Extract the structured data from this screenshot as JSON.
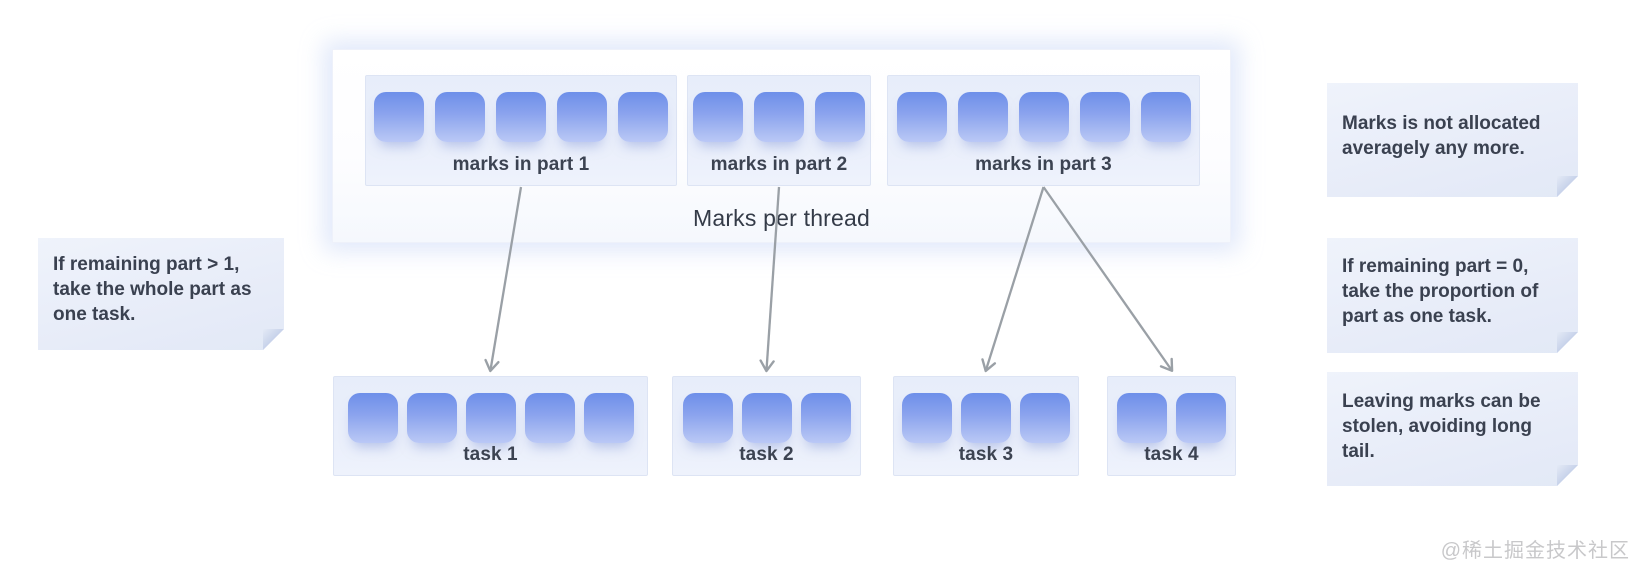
{
  "page": {
    "watermark": "@稀土掘金技术社区",
    "background_color": "#ffffff"
  },
  "panel": {
    "title": "Marks per thread",
    "parts": [
      {
        "id": "part-1",
        "label": "marks in part 1",
        "marks": 5
      },
      {
        "id": "part-2",
        "label": "marks in part 2",
        "marks": 3
      },
      {
        "id": "part-3",
        "label": "marks in part 3",
        "marks": 5
      }
    ]
  },
  "tasks": [
    {
      "id": "task-1",
      "label": "task 1",
      "marks": 5
    },
    {
      "id": "task-2",
      "label": "task 2",
      "marks": 3
    },
    {
      "id": "task-3",
      "label": "task 3",
      "marks": 3
    },
    {
      "id": "task-4",
      "label": "task 4",
      "marks": 2
    }
  ],
  "connections": [
    {
      "from": "part-1",
      "to": "task-1"
    },
    {
      "from": "part-2",
      "to": "task-2"
    },
    {
      "from": "part-3",
      "to": "task-3"
    },
    {
      "from": "part-3",
      "to": "task-4"
    }
  ],
  "notes": {
    "left": "If remaining part > 1, take the whole part as one task.",
    "right": [
      "Marks is not allocated averagely any more.",
      "If remaining part = 0, take the proportion of part as one task.",
      "Leaving marks can be stolen, avoiding long tail."
    ]
  },
  "colors": {
    "mark_gradient_top": "#6d8fe9",
    "mark_gradient_bottom": "#bac8f6",
    "group_box_background": "#e9eefb",
    "panel_glow": "#b2c5f2",
    "note_background": "#e8edf9",
    "arrow": "#9aa0a6",
    "text": "#3c4352",
    "watermark": "#c8c8ca"
  }
}
